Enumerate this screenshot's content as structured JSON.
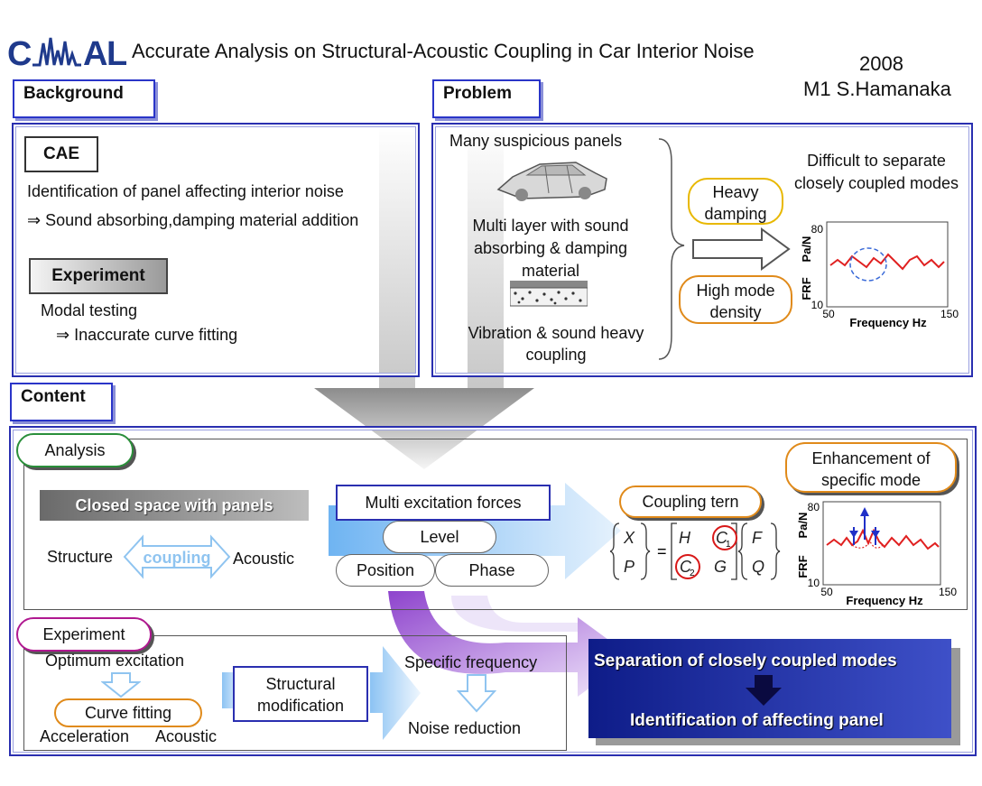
{
  "header": {
    "logo_text": "CAMAL",
    "title": "Accurate Analysis on Structural-Acoustic Coupling in Car Interior Noise",
    "year": "2008",
    "author": "M1   S.Hamanaka"
  },
  "background": {
    "label": "Background",
    "cae_label": "CAE",
    "cae_line1": "Identification of panel affecting interior noise",
    "cae_line2": "⇒ Sound absorbing,damping material addition",
    "experiment_label": "Experiment",
    "exp_line1": "Modal testing",
    "exp_line2": "⇒ Inaccurate curve fitting"
  },
  "problem": {
    "label": "Problem",
    "item1": "Many suspicious panels",
    "item2": "Multi layer with sound absorbing & damping material",
    "item3": "Vibration & sound heavy coupling",
    "heavy_damping": "Heavy damping",
    "high_mode_density": "High mode density",
    "difficulty": "Difficult to separate closely coupled modes",
    "graph": {
      "ylabel": "FRF",
      "yunit": "Pa/N",
      "ymax": "80",
      "ymin": "10",
      "xmin": "50",
      "xmax": "150",
      "xlabel": "Frequency  Hz"
    }
  },
  "content": {
    "label": "Content",
    "analysis": {
      "label": "Analysis",
      "closed_space": "Closed space with panels",
      "structure": "Structure",
      "coupling": "coupling",
      "acoustic": "Acoustic",
      "multi_excitation": "Multi excitation forces",
      "level": "Level",
      "position": "Position",
      "phase": "Phase",
      "coupling_term": "Coupling tern",
      "enhancement": "Enhancement of specific mode",
      "matrix": {
        "X": "X",
        "P": "P",
        "H": "H",
        "C1": "C",
        "C1sub": "1",
        "C2": "C",
        "C2sub": "2",
        "G": "G",
        "F": "F",
        "Q": "Q"
      },
      "graph": {
        "ylabel": "FRF",
        "yunit": "Pa/N",
        "ymax": "80",
        "ymin": "10",
        "xmin": "50",
        "xmax": "150",
        "xlabel": "Frequency  Hz"
      }
    },
    "experiment": {
      "label": "Experiment",
      "optimum": "Optimum excitation",
      "curve_fitting": "Curve fitting",
      "acceleration": "Acceleration",
      "acoustic": "Acoustic",
      "structural_mod": "Structural modification",
      "specific_freq": "Specific frequency",
      "noise_reduction": "Noise reduction"
    },
    "result": {
      "line1": "Separation of closely coupled modes",
      "line2": "Identification of affecting panel"
    }
  }
}
